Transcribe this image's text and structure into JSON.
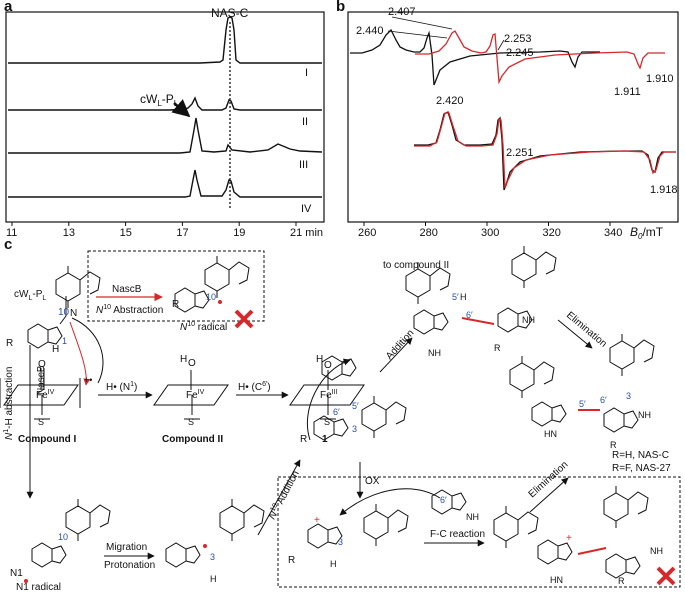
{
  "panel_labels": {
    "a": "a",
    "b": "b",
    "c": "c"
  },
  "panel_a": {
    "peak_label": "NAS-C",
    "trace_labels": [
      "I",
      "II",
      "III",
      "IV"
    ],
    "annotation_main": "cW",
    "annotation_sub1": "L",
    "annotation_dash": "-P",
    "annotation_sub2": "L",
    "x_ticks": [
      "11",
      "13",
      "15",
      "17",
      "19",
      "21 min"
    ]
  },
  "panel_b": {
    "upper_labels": [
      "2.407",
      "2.440",
      "2.253",
      "2.245",
      "1.910",
      "1.911"
    ],
    "lower_labels": [
      "2.420",
      "2.251",
      "1.918"
    ],
    "x_ticks": [
      "260",
      "280",
      "300",
      "320",
      "340"
    ],
    "x_axis_b": "B",
    "x_axis_sub": "0",
    "x_axis_unit": "/mT"
  },
  "panel_c": {
    "nascb_top": "NascB",
    "n10_abstraction": "N",
    "n10_abs_sup": "10",
    "n10_abs_rest": " Abstraction",
    "n10_radical": "N",
    "n10_radical_sup": "10",
    "n10_radical_rest": " radical",
    "n1_label": "N1",
    "num10": "10",
    "num1": "1",
    "cw": "cW",
    "cw_sub": "L",
    "cw_p": "-P",
    "cw_sub2": "L",
    "r": "R",
    "n1h_abstraction": "N",
    "n1h_sup": "1",
    "n1h_rest": "-H abstraction",
    "nascb_side": "NascB",
    "compound1": "Compound I",
    "compound2": "Compound II",
    "compound_1": "1",
    "fe": "Fe",
    "fe_iv": "IV",
    "fe_iii": "III",
    "s": "S",
    "o": "O",
    "h": "H",
    "h_n1": "H• (N",
    "h_n1_sup": "1",
    "h_n1_close": ")",
    "h_c6": "H• (C",
    "h_c6_sup": "6′",
    "h_c6_close": ")",
    "n1_radical": "N1 radical",
    "migration": "Migration",
    "protonation": "Protonation",
    "n10_addition": "N",
    "n10_add_sup": "10",
    "n10_add_rest": " Addition",
    "to_compound2": "to compound II",
    "addition": "Addition",
    "elimination1": "Elimination",
    "elimination2": "Elimination",
    "ox": "OX",
    "fc_reaction": "F-C reaction",
    "rh": "R=H, NAS-C",
    "rf": "R=F, NAS-27",
    "nh": "NH",
    "hn": "HN",
    "n": "N",
    "num3": "3",
    "num5p": "5′",
    "num6p": "6′"
  }
}
